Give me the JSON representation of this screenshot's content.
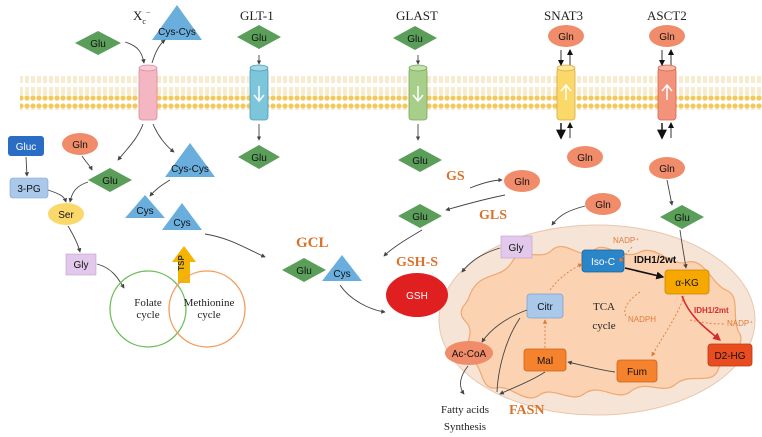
{
  "transporters": {
    "xc": {
      "name": "X",
      "sub": "c",
      "sup": "−"
    },
    "glt1": "GLT-1",
    "glast": "GLAST",
    "snat3": "SNAT3",
    "asct2": "ASCT2"
  },
  "molecules": {
    "glu": "Glu",
    "gln": "Gln",
    "cys": "Cys",
    "cys_cys": "Cys-Cys",
    "gluc": "Gluc",
    "three_pg": "3-PG",
    "ser": "Ser",
    "gly": "Gly",
    "gsh": "GSH",
    "iso_c": "Iso-C",
    "a_kg": "α-KG",
    "citr": "Citr",
    "ac_coa": "Ac-CoA",
    "mal": "Mal",
    "fum": "Fum",
    "d2_hg": "D2-HG"
  },
  "enzymes": {
    "gs": "GS",
    "gls": "GLS",
    "gcl": "GCL",
    "gsh_s": "GSH-S",
    "fasn": "FASN",
    "tsp": "TSP",
    "idh_wt": "IDH1/2wt",
    "idh_mt": "IDH1/2mt"
  },
  "cofactors": {
    "nadp_plus": "NADP⁺",
    "nadph": "NADPH"
  },
  "cycles": {
    "folate_line1": "Folate",
    "folate_line2": "cycle",
    "methionine_line1": "Methionine",
    "methionine_line2": "cycle",
    "tca_line1": "TCA",
    "tca_line2": "cycle"
  },
  "outputs": {
    "fatty_line1": "Fatty acids",
    "fatty_line2": "Synthesis"
  },
  "colors": {
    "glu_green": "#5a9e5a",
    "gln_salmon": "#f08c6a",
    "cys_blue": "#6aaede",
    "membrane_yellow": "#f6d98a",
    "mito_fill": "#fbd7bd",
    "mito_outer": "#f6e4d6",
    "gsh_red": "#e02020",
    "enzyme_orange": "#d9732b",
    "idh_mut_red": "#d62b2b"
  }
}
